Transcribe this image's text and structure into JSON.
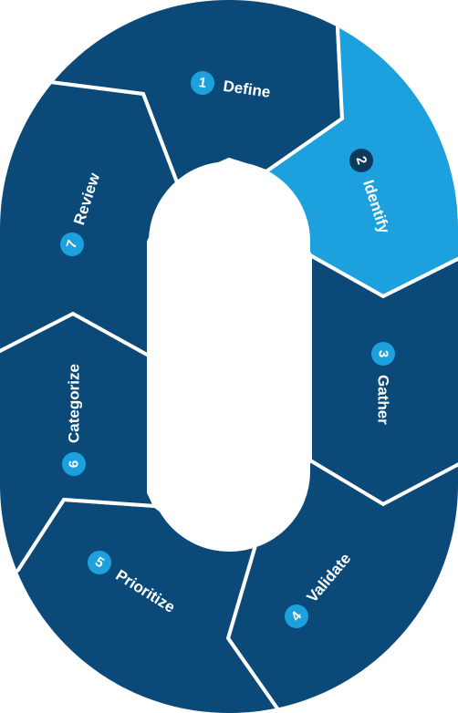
{
  "colors": {
    "dark": "#0b4a78",
    "light": "#1da1de",
    "badge_on_dark": "#1da1de",
    "badge_on_light": "#0b3a5e",
    "background": "#ffffff"
  },
  "steps": [
    {
      "number": "1",
      "label": "Define"
    },
    {
      "number": "2",
      "label": "Identify"
    },
    {
      "number": "3",
      "label": "Gather"
    },
    {
      "number": "4",
      "label": "Validate"
    },
    {
      "number": "5",
      "label": "Prioritize"
    },
    {
      "number": "6",
      "label": "Categorize"
    },
    {
      "number": "7",
      "label": "Review"
    }
  ]
}
